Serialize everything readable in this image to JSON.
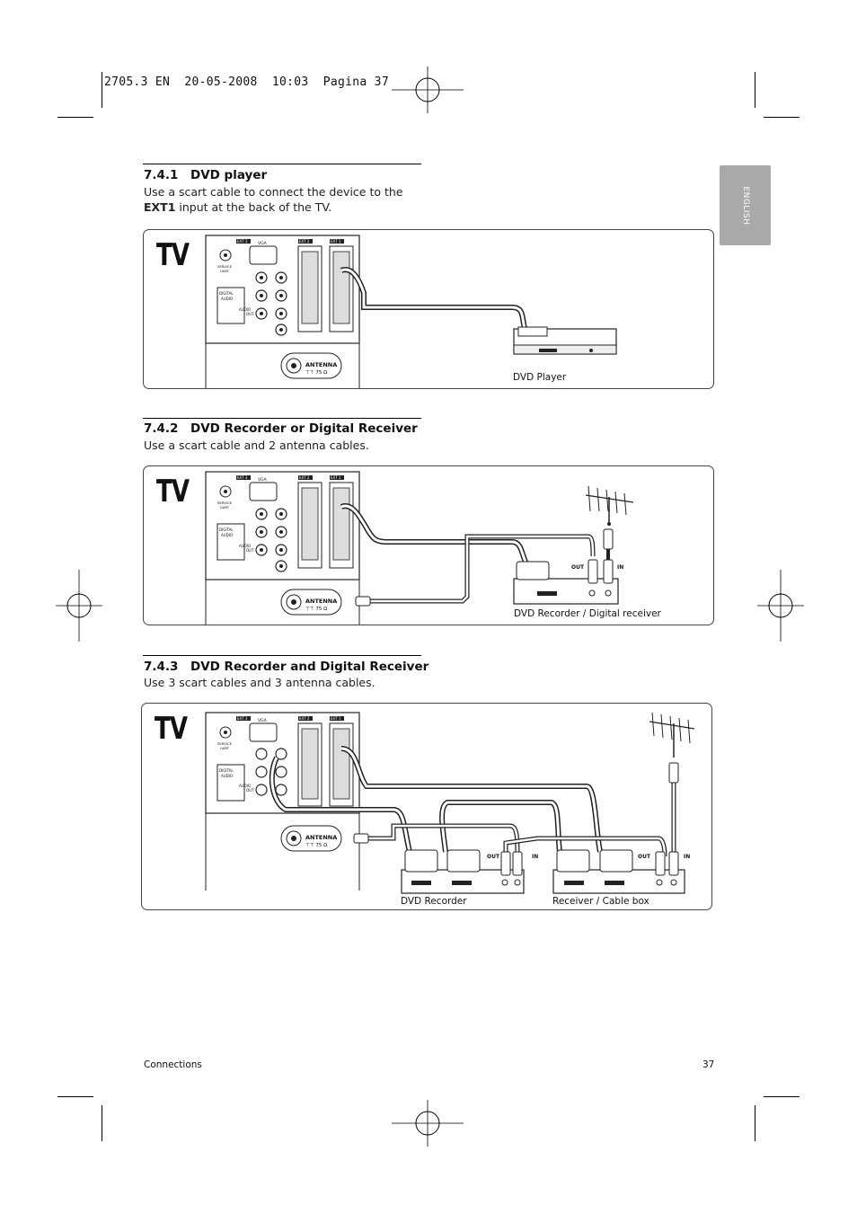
{
  "print_header": "2705.3 EN  20-05-2008  10:03  Pagina 37",
  "language_tab": "ENGLISH",
  "sections": [
    {
      "number": "7.4.1",
      "title": "DVD player",
      "line1": "Use a scart cable to connect the device to the",
      "line2_bold": "EXT1",
      "line2_rest": " input at the back of the TV.",
      "tv_label": "TV",
      "captions": [
        "DVD Player"
      ]
    },
    {
      "number": "7.4.2",
      "title": "DVD Recorder or Digital Receiver",
      "line1": "Use a scart cable and 2 antenna cables.",
      "tv_label": "TV",
      "captions": [
        "DVD Recorder / Digital receiver"
      ]
    },
    {
      "number": "7.4.3",
      "title": "DVD Recorder and Digital Receiver",
      "line1": "Use 3 scart cables and 3 antenna cables.",
      "tv_label": "TV",
      "captions": [
        "DVD Recorder",
        "Receiver / Cable box"
      ]
    }
  ],
  "tv_panel_labels": {
    "ext3": "EXT 3",
    "ext2": "EXT 2",
    "ext1": "EXT 1",
    "vga": "VGA",
    "service": "SERVICE",
    "uart": "UART",
    "digital": "DIGITAL",
    "audio": "AUDIO",
    "out": "OUT",
    "antenna": "ANTENNA",
    "antenna_sym": "⊤⊤ 75 Ω"
  },
  "device_labels": {
    "out": "OUT",
    "in": "IN"
  },
  "footer": {
    "section": "Connections",
    "page": "37"
  }
}
